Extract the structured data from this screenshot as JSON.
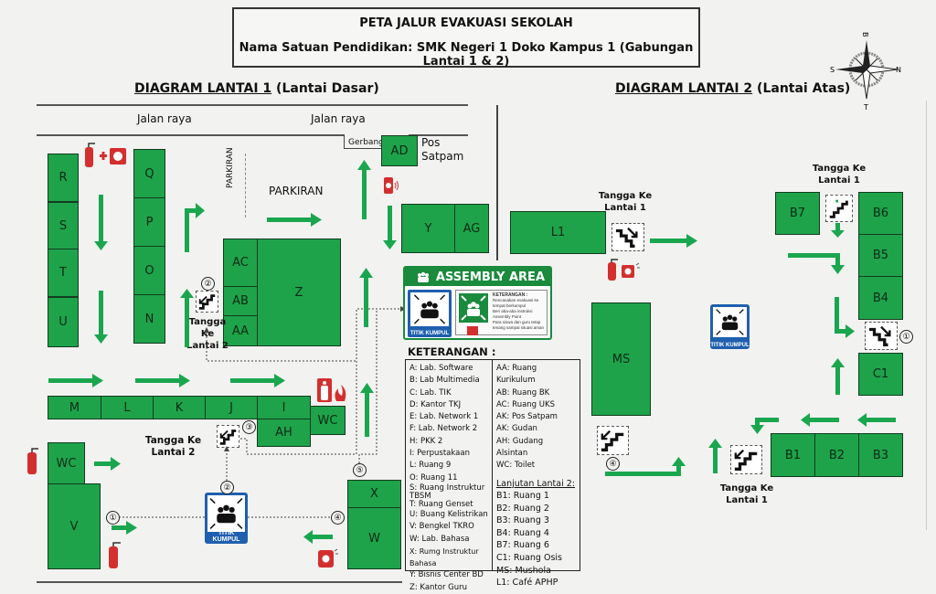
{
  "title": {
    "main": "PETA JALUR EVAKUASI SEKOLAH",
    "subtitle": "Nama Satuan Pendidikan: SMK Negeri 1 Doko Kampus 1 (Gabungan Lantai 1 & 2)"
  },
  "compass": {
    "top": "B",
    "left": "S",
    "right": "N",
    "bottom": "T"
  },
  "floor1": {
    "heading_underlined": "DIAGRAM LANTAI 1",
    "heading_rest": " (Lantai Dasar)",
    "road_left": "Jalan raya",
    "road_right": "Jalan raya",
    "gate": "Gerbang",
    "pos_satpam": "Pos Satpam",
    "parking_vertical": "PARKIRAN",
    "parking": "PARKIRAN",
    "stairs_a": "Tangga Ke Lantai 2",
    "stairs_b": "Tangga Ke Lantai 2",
    "rooms": {
      "R": "R",
      "S": "S",
      "T": "T",
      "U": "U",
      "Q": "Q",
      "P": "P",
      "O": "O",
      "N": "N",
      "AC": "AC",
      "AB": "AB",
      "AA": "AA",
      "Z": "Z",
      "AD": "AD",
      "Y": "Y",
      "AG": "AG",
      "M": "M",
      "L": "L",
      "K": "K",
      "J": "J",
      "I": "I",
      "AH": "AH",
      "WC1": "WC",
      "WC2": "WC",
      "V": "V",
      "X": "X",
      "W": "W"
    },
    "markers": {
      "m1": "①",
      "m2a": "②",
      "m2b": "②",
      "m3": "③",
      "m4": "④",
      "m5": "⑤"
    },
    "titik_kumpul": "TITIK KUMPUL"
  },
  "assembly_sign": {
    "title": "ASSEMBLY AREA",
    "kp_caption": "TITIK KUMPUL",
    "notes_heading": "KETERANGAN :",
    "notes": [
      "Rencanakan evakuasi ke tempat berkumpul",
      "Beri aba-aba instruksi Assembly Point",
      "Para siswa dan guru tetap tenang sampai situasi aman"
    ]
  },
  "legend": {
    "heading": "KETERANGAN :",
    "left": [
      "A: Lab. Software",
      "B: Lab Multimedia",
      "C: Lab. TIK",
      "D: Kantor TKJ",
      "E: Lab. Network 1",
      "F: Lab. Network 2",
      "H: PKK 2",
      "I: Perpustakaan",
      "L: Ruang 9",
      "O: Ruang 11",
      "S: Ruang Instruktur TBSM",
      "T: Ruang Genset",
      "U: Buang Kelistrikan",
      "V: Bengkel TKRO",
      "W: Lab. Bahasa",
      "X: Rumg Instruktur Bahasa",
      "Y: Bisnis Center BD",
      "Z: Kantor Guru"
    ],
    "right": [
      "AA: Ruang Kurikulum",
      "AB: Ruang BK",
      "AC: Ruang UKS",
      "AK: Pos Satpam",
      "AK: Gudan",
      "AH: Gudang Alsintan",
      "WC: Toilet"
    ],
    "floor2_heading": "Lanjutan Lantai 2:",
    "floor2": [
      "B1: Ruang 1",
      "B2: Ruang 2",
      "B3: Ruang 3",
      "B4: Ruang 4",
      "B7: Ruang 6",
      "C1: Ruang Osis",
      "MS: Mushola",
      "L1: Café APHP"
    ]
  },
  "floor2": {
    "heading_underlined": "DIAGRAM LANTAI 2",
    "heading_rest": " (Lantai Atas)",
    "stairs_l1": "Tangga Ke Lantai 1",
    "stairs_top": "Tangga Ke Lantai 1",
    "stairs_bottom": "Tangga Ke Lantai 1",
    "rooms": {
      "L1": "L1",
      "MS": "MS",
      "B7": "B7",
      "B6": "B6",
      "B5": "B5",
      "B4": "B4",
      "C1": "C1",
      "B1": "B1",
      "B2": "B2",
      "B3": "B3"
    },
    "markers": {
      "m1": "①",
      "m4": "④"
    },
    "titik_kumpul": "TITIK KUMPUL"
  },
  "colors": {
    "room_green": "#1ea34a",
    "arrow_green": "#1aa64f",
    "kumpul_blue": "#1f5fae",
    "safety_red": "#d32f2f"
  }
}
